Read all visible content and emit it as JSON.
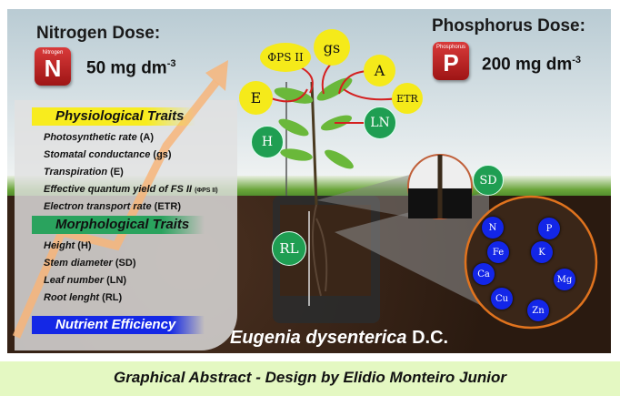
{
  "nitrogen": {
    "title": "Nitrogen Dose:",
    "icon_caption": "Nitrogen",
    "icon_symbol": "N",
    "value": "50 mg dm",
    "exponent": "-3"
  },
  "phosphorus": {
    "title": "Phosphorus Dose:",
    "icon_caption": "Phosphorus",
    "icon_symbol": "P",
    "value": "200 mg dm",
    "exponent": "-3"
  },
  "physiological": {
    "title": "Physiological Traits",
    "items": [
      {
        "name": "Photosynthetic rate",
        "abbr": "(A)"
      },
      {
        "name": "Stomatal conductance",
        "abbr": "(gs)"
      },
      {
        "name": "Transpiration",
        "abbr": "(E)"
      },
      {
        "name": "Effective quantum yield of FS II",
        "abbr": "(ΦPS II)"
      },
      {
        "name": "Electron transport rate",
        "abbr": "(ETR)"
      }
    ]
  },
  "morphological": {
    "title": "Morphological Traits",
    "items": [
      {
        "name": "Height",
        "abbr": "(H)"
      },
      {
        "name": "Stem diameter",
        "abbr": "(SD)"
      },
      {
        "name": "Leaf number",
        "abbr": "(LN)"
      },
      {
        "name": "Root lenght",
        "abbr": "(RL)"
      }
    ]
  },
  "nutrient": {
    "title": "Nutrient Efficiency"
  },
  "plant_labels": {
    "phi": "ΦPS II",
    "gs": "gs",
    "a": "A",
    "e": "E",
    "etr": "ETR",
    "ln": "LN",
    "h": "H",
    "sd": "SD",
    "rl": "RL"
  },
  "nutrients": [
    "N",
    "P",
    "Fe",
    "K",
    "Ca",
    "Mg",
    "Cu",
    "Zn"
  ],
  "species": {
    "name": "Eugenia dysenterica",
    "author": "D.C."
  },
  "caption": "Graphical Abstract - Design by Elidio Monteiro Junior",
  "colors": {
    "yellow": "#f5ea1a",
    "green": "#1f9e52",
    "blue": "#1326e8",
    "red": "#b31b1b",
    "orange": "#e0731e"
  }
}
